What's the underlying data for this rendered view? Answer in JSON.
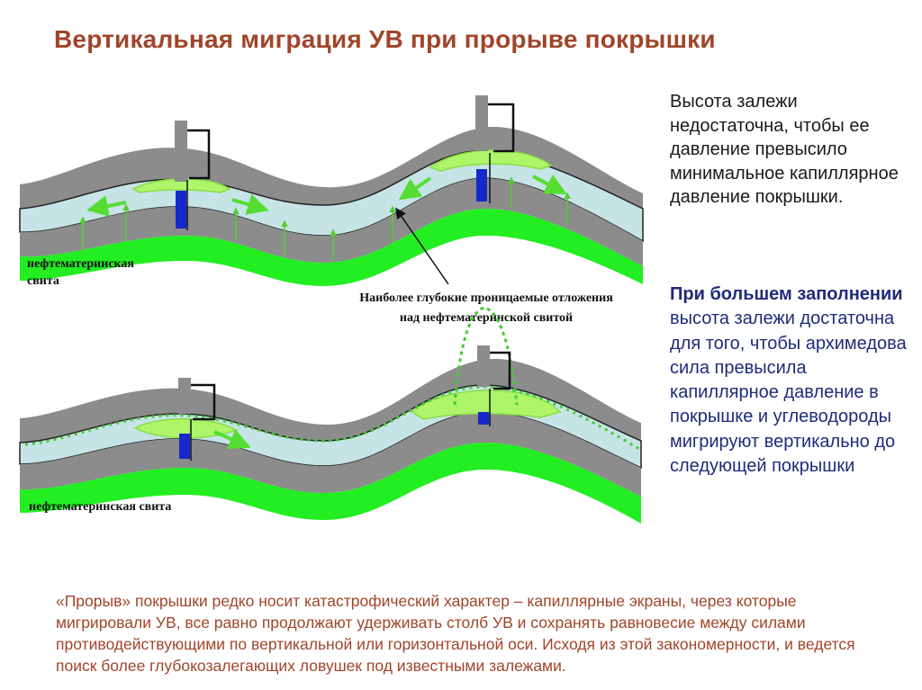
{
  "title": "Вертикальная миграция УВ при прорыве покрышки",
  "colors": {
    "title": "#a0452a",
    "cap_rock": "#8c8c8c",
    "reservoir": "#c6e4e6",
    "source_rock": "#22ee22",
    "hydrocarbon": "#aef56a",
    "well": "#8c8c8c",
    "perforation": "#1428cc",
    "right_text_2": "#1f2b7a"
  },
  "diagram": {
    "top": {
      "source_label_line1": "нефтематеринская",
      "source_label_line2": "свита",
      "callout_line1": "Наиболее глубокие проницаемые отложения",
      "callout_line2": "над нефтематеринской свитой"
    },
    "bottom": {
      "source_label": "нефтематеринская свита"
    }
  },
  "right_panel": {
    "text1": "Высота залежи недостаточна, чтобы ее давление превысило минимальное капиллярное давление покрышки.",
    "text2_bold": "При большем заполнении",
    "text2_rest": " высота залежи достаточна для того, чтобы архимедова сила превысила капиллярное давление в покрышке и углеводороды мигрируют вертикально до следующей покрышки"
  },
  "footer": "«Прорыв» покрышки редко носит катастрофический характер – капиллярные экраны, через которые мигрировали УВ, все равно продолжают удерживать столб УВ и сохранять равновесие между силами противодействующими по вертикальной или горизонтальной оси. Исходя из этой закономерности, и ведется поиск более глубокозалегающих ловушек под известными залежами."
}
